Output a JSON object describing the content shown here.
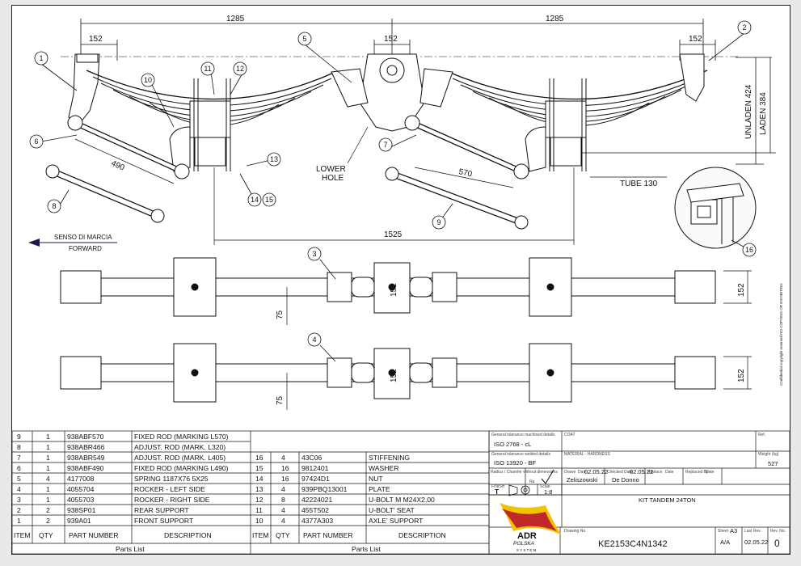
{
  "dimensions": {
    "top_left": "1285",
    "top_right": "1285",
    "sub_left": "152",
    "sub_mid": "152",
    "sub_right": "152",
    "unladen": "UNLADEN 424",
    "laden": "LADEN 384",
    "rod_490": "490",
    "rod_570": "570",
    "track": "1525",
    "offset_75": "75",
    "width_152": "152"
  },
  "labels": {
    "lower_hole_1": "LOWER",
    "lower_hole_2": "HOLE",
    "tube": "TUBE 130",
    "direction_it": "SENSO DI MARCIA",
    "direction_en": "FORWARD",
    "confidential": "Confidential copyright reserved NO COPYING OR EXHIBITING"
  },
  "balloons": [
    "1",
    "2",
    "3",
    "4",
    "5",
    "6",
    "7",
    "8",
    "9",
    "10",
    "11",
    "12",
    "13",
    "14",
    "15",
    "16"
  ],
  "parts_list": {
    "headers": [
      "ITEM",
      "QTY",
      "PART NUMBER",
      "DESCRIPTION"
    ],
    "title": "Parts List",
    "left": [
      [
        "9",
        "1",
        "938ABF570",
        "FIXED ROD (MARKING L570)"
      ],
      [
        "8",
        "1",
        "938ABR466",
        "ADJUST. ROD (MARK. L320)"
      ],
      [
        "7",
        "1",
        "938ABR549",
        "ADJUST. ROD (MARK. L405)"
      ],
      [
        "6",
        "1",
        "938ABF490",
        "FIXED ROD (MARKING L490)"
      ],
      [
        "5",
        "4",
        "4177008",
        "SPRING 1187X76 5X25"
      ],
      [
        "4",
        "1",
        "4055704",
        "ROCKER - LEFT SIDE"
      ],
      [
        "3",
        "1",
        "4055703",
        "ROCKER - RIGHT SIDE"
      ],
      [
        "2",
        "2",
        "938SP01",
        "REAR SUPPORT"
      ],
      [
        "1",
        "2",
        "939A01",
        "FRONT SUPPORT"
      ]
    ],
    "right": [
      [
        "16",
        "4",
        "43C06",
        "STIFFENING"
      ],
      [
        "15",
        "16",
        "9812401",
        "WASHER"
      ],
      [
        "14",
        "16",
        "97424D1",
        "NUT"
      ],
      [
        "13",
        "4",
        "939PBQ13001",
        "PLATE"
      ],
      [
        "12",
        "8",
        "42224021",
        "U-BOLT M M24X2,00"
      ],
      [
        "11",
        "4",
        "455T502",
        "U-BOLT' SEAT"
      ],
      [
        "10",
        "4",
        "4377A303",
        "AXLE' SUPPORT"
      ]
    ]
  },
  "title_block": {
    "machined_label": "General tolerance machined details",
    "machined_value": "ISO 2768 -   cL",
    "welded_label": "General tolerance welded details",
    "welded_value": "ISO 13920 -   BF",
    "coat_label": "COAT",
    "ref_label": "Ref.",
    "material_label": "MATERIAL - HARDNESS",
    "weight_label": "Weight (kg)",
    "weight_value": "527",
    "radius_label": "Radius / Chamfer without dimensions",
    "ra_label": "Ra",
    "drawn_label": "Drawn",
    "date_label": "Date",
    "drawn_date": "02.05.22",
    "checked_label": "Checked",
    "checked_date": "02.05.22",
    "replace_label": "Replace",
    "replaced_label": "Replaced By",
    "drawn_by": "Zeliszowski",
    "checked_by": "De Donno",
    "finish_label": "FINISH",
    "finish_value": "T",
    "scale_label": "Scale",
    "scale_value": "1:8",
    "title": "KIT TANDEM 24TON",
    "logo_main": "ADR",
    "logo_sub": "POLSKA",
    "logo_small": "S Y S T E M",
    "drawing_no_label": "Drawing No.",
    "drawing_no": "KE2153C4N1342",
    "sheet_label": "Sheet",
    "sheet_value": "A3",
    "last_rev_label": "Last Rev.",
    "last_rev_value": "A/A",
    "last_rev_date": "02.05.22",
    "rev_no_label": "Rev. No.",
    "rev_no_value": "0"
  },
  "colors": {
    "line": "#111111",
    "arrow": "#1a1a4a",
    "logo_red": "#c0282a",
    "logo_yellow": "#f3c200"
  }
}
